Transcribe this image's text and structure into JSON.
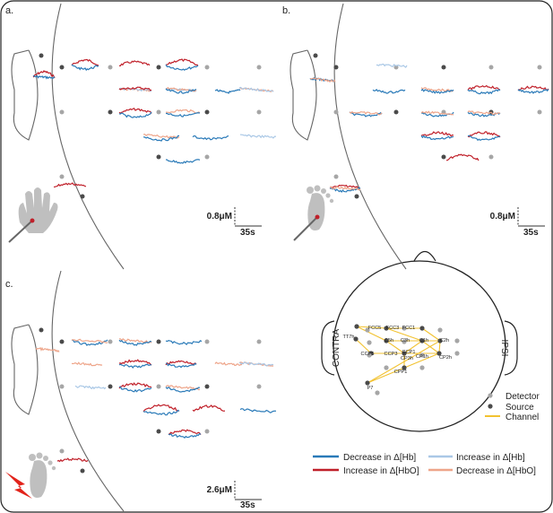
{
  "panels": [
    {
      "id": "a",
      "label": "a.",
      "scale_value": "0.8μM",
      "time_value": "35s",
      "stimulus": "hand-with-brush-icon"
    },
    {
      "id": "b",
      "label": "b.",
      "scale_value": "0.8μM",
      "time_value": "35s",
      "stimulus": "foot-with-brush-icon"
    },
    {
      "id": "c",
      "label": "c.",
      "scale_value": "2.6μM",
      "time_value": "35s",
      "stimulus": "foot-with-lightning-icon"
    }
  ],
  "head": {
    "left_label": "CONTRA",
    "right_label": "IPSI",
    "channels": [
      "FCC5",
      "FCC3",
      "FCC1",
      "TT7h",
      "C5h",
      "C3h",
      "C1h",
      "C2h",
      "CCP5",
      "CCP3",
      "CCP1",
      "CP1h",
      "CP3h",
      "CP2h",
      "CPP1",
      "P7"
    ]
  },
  "probe_legend": {
    "detector": "Detector",
    "source": "Source",
    "channel": "Channel"
  },
  "signal_legend": {
    "decrease_hb": "Decrease in Δ[Hb]",
    "increase_hbo": "Increase in Δ[HbO]",
    "increase_hb": "Increase in Δ[Hb]",
    "decrease_hbo": "Decrease in Δ[HbO]"
  },
  "colors": {
    "decrease_hb": "#2a7ab8",
    "increase_hbo": "#c0202a",
    "increase_hb": "#aac8e6",
    "decrease_hbo": "#eea58a",
    "detector": "#a6a6a6",
    "source": "#4a4a4a",
    "channel": "#f2c230"
  }
}
